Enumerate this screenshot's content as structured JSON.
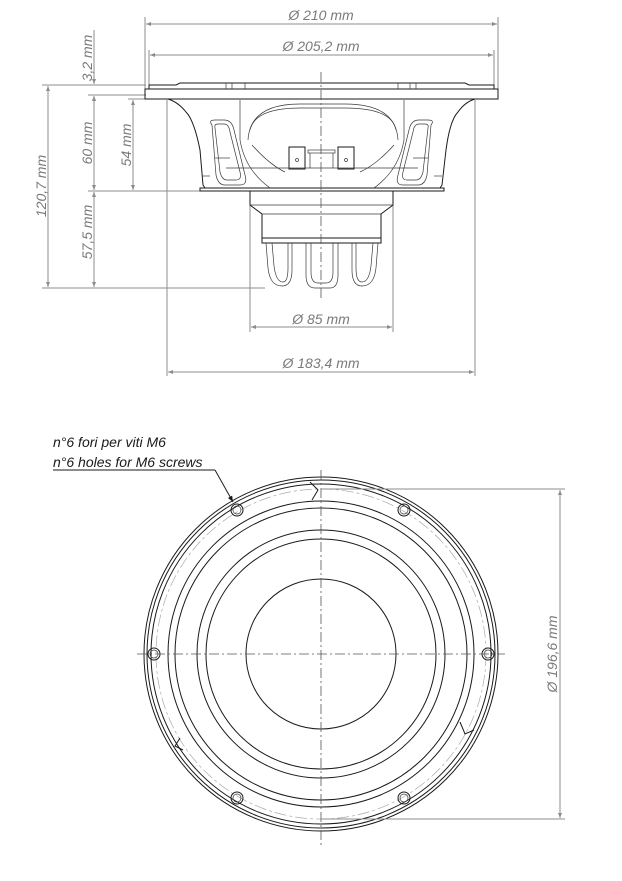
{
  "side_view": {
    "dimensions": {
      "outer_diameter": "Ø 210 mm",
      "frame_diameter": "Ø 205,2 mm",
      "flange_thickness": "3,2 mm",
      "total_depth": "120,7 mm",
      "basket_depth": "60 mm",
      "inner_depth": "54 mm",
      "motor_depth": "57,5 mm",
      "magnet_diameter": "Ø 85 mm",
      "cutout_diameter": "Ø 183,4 mm"
    }
  },
  "front_view": {
    "note_line1": "n°6 fori per viti M6",
    "note_line2": "n°6 holes for M6 screws",
    "bolt_circle_diameter": "Ø 196,6 mm",
    "hole_count": 6
  },
  "colors": {
    "dimension": "#8c8c8c",
    "outline": "#1a1a1a",
    "text": "#7a7a7a"
  }
}
